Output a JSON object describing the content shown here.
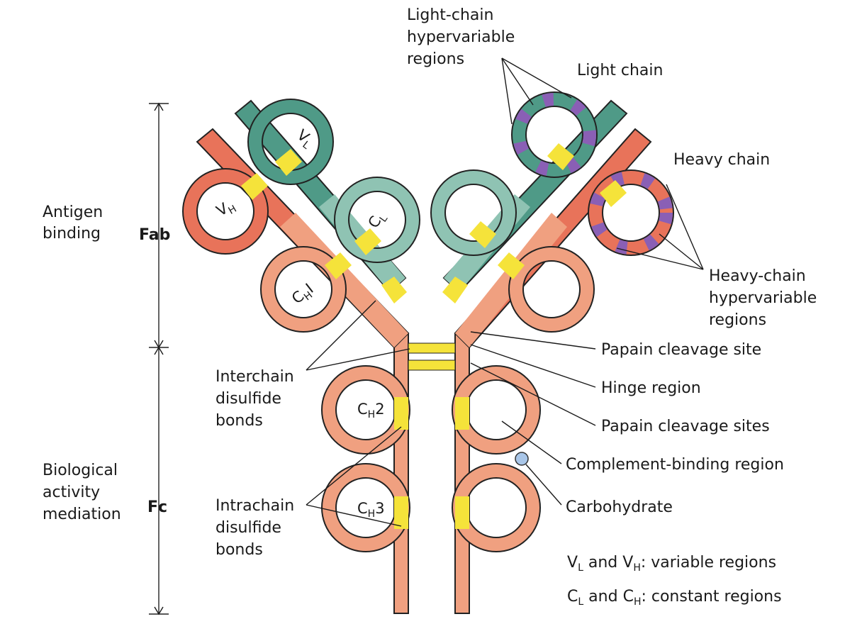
{
  "left_labels": {
    "antigen_binding": [
      "Antigen",
      "binding"
    ],
    "biological_activity": [
      "Biological",
      "activity",
      "mediation"
    ]
  },
  "region_labels": {
    "fab": "Fab",
    "fc": "Fc"
  },
  "domain_labels": {
    "vl": {
      "base": "V",
      "sub": "L"
    },
    "vh": {
      "base": "V",
      "sub": "H"
    },
    "cl": {
      "base": "C",
      "sub": "L"
    },
    "ch1": {
      "base": "C",
      "sub": "H",
      "suffix": "I"
    },
    "ch2": {
      "base": "C",
      "sub": "H",
      "suffix": "2"
    },
    "ch3": {
      "base": "C",
      "sub": "H",
      "suffix": "3"
    }
  },
  "callouts": {
    "light_chain_hypervariable": [
      "Light-chain",
      "hypervariable",
      "regions"
    ],
    "light_chain": "Light chain",
    "heavy_chain": "Heavy chain",
    "heavy_chain_hypervariable": [
      "Heavy-chain",
      "hypervariable",
      "regions"
    ],
    "papain_cleavage_site": "Papain cleavage site",
    "hinge_region": "Hinge region",
    "papain_cleavage_sites": "Papain cleavage sites",
    "complement_binding_region": "Complement-binding region",
    "carbohydrate": "Carbohydrate",
    "interchain_disulfide": [
      "Interchain",
      "disulfide",
      "bonds"
    ],
    "intrachain_disulfide": [
      "Intrachain",
      "disulfide",
      "bonds"
    ]
  },
  "legend": {
    "variable": {
      "a": "V",
      "a_sub": "L",
      "mid": " and V",
      "b_sub": "H",
      "tail": ": variable regions"
    },
    "constant": {
      "a": "C",
      "a_sub": "L",
      "mid": " and C",
      "b_sub": "H",
      "tail": ": constant regions"
    }
  },
  "colors": {
    "heavy_dark": "#e8735a",
    "heavy_light": "#f0a080",
    "light_dark": "#4f9a87",
    "light_light": "#8fc3b3",
    "disulfide": "#f5e33a",
    "hypervariable": "#8a5fb5",
    "carbohydrate": "#a9c6e8",
    "outline": "#222222"
  }
}
